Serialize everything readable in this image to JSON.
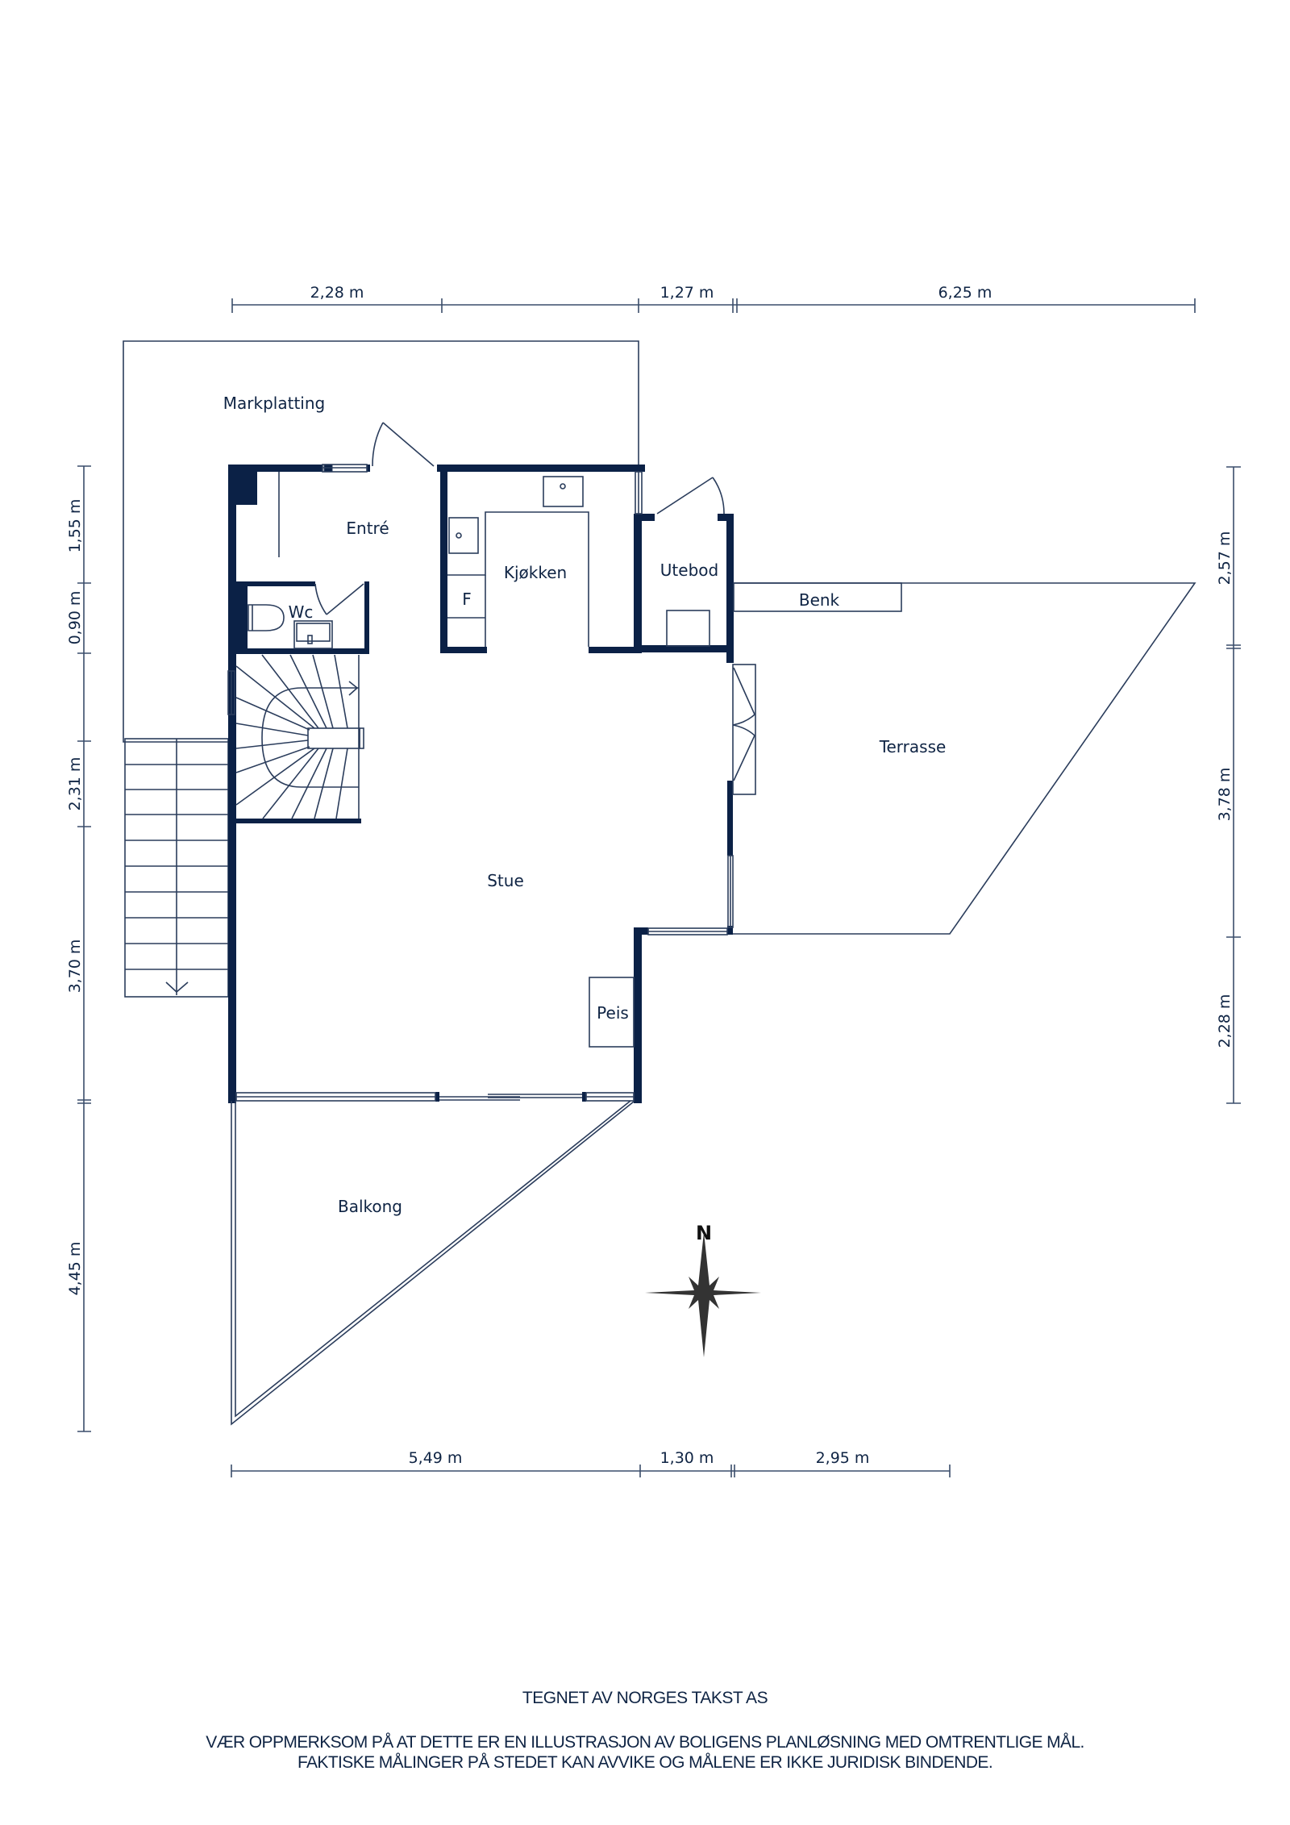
{
  "rooms": {
    "markplatting": "Markplatting",
    "entre": "Entré",
    "wc": "Wc",
    "kjokken": "Kjøkken",
    "fridge": "F",
    "utebod": "Utebod",
    "benk": "Benk",
    "terrasse": "Terrasse",
    "stue": "Stue",
    "peis": "Peis",
    "balkong": "Balkong"
  },
  "dimensions": {
    "top": [
      "2,28 m",
      "1,27 m",
      "6,25 m"
    ],
    "bottom": [
      "5,49 m",
      "1,30 m",
      "2,95 m"
    ],
    "left": [
      "1,55 m",
      "0,90 m",
      "2,31 m",
      "3,70 m",
      "4,45 m"
    ],
    "right": [
      "2,57 m",
      "3,78 m",
      "2,28 m"
    ]
  },
  "compass": {
    "label": "N",
    "icon": "compass-rose-icon"
  },
  "footer": {
    "credit": "TEGNET AV NORGES TAKST AS",
    "disclaimer_line1": "VÆR OPPMERKSOM PÅ AT DETTE ER EN ILLUSTRASJON AV BOLIGENS PLANLØSNING MED OMTRENTLIGE MÅL.",
    "disclaimer_line2": "FAKTISKE MÅLINGER PÅ STEDET KAN AVVIKE OG MÅLENE ER IKKE JURIDISK BINDENDE."
  },
  "colors": {
    "wall": "#0b2146",
    "line": "#2b3d5c",
    "text": "#0f2444",
    "compass": "#333333"
  }
}
